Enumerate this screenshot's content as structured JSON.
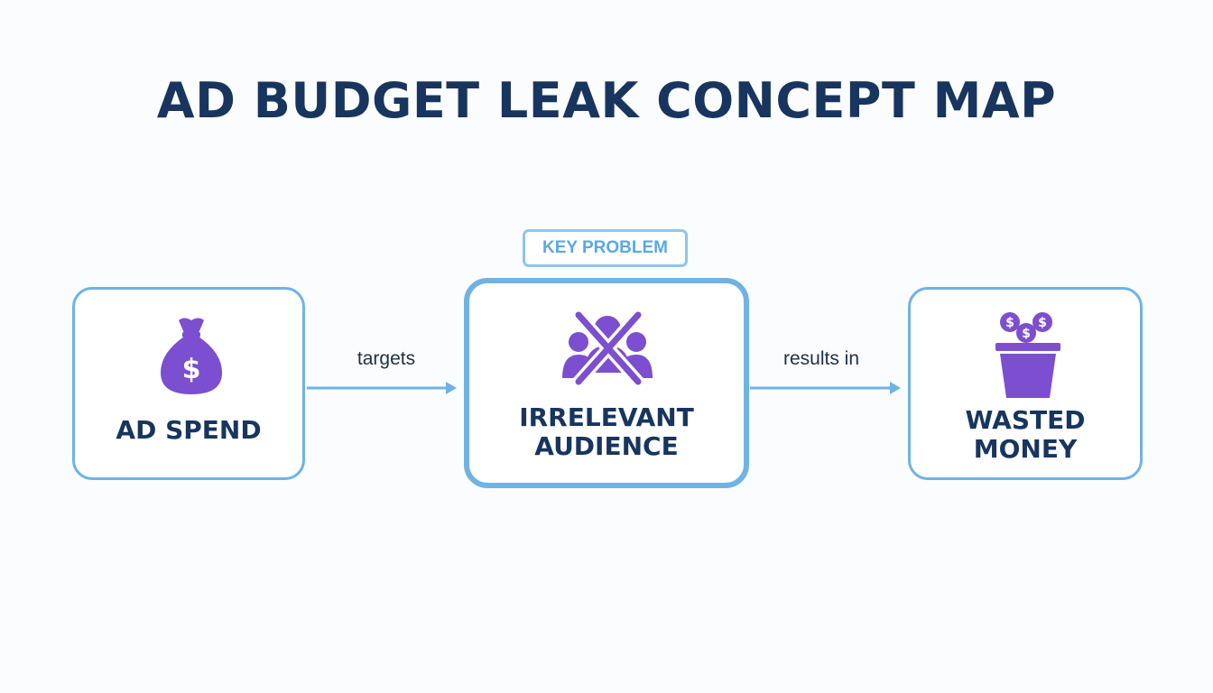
{
  "title": "AD BUDGET LEAK CONCEPT MAP",
  "badge": "KEY PROBLEM",
  "nodes": [
    {
      "label": "AD SPEND",
      "icon": "money-bag-icon"
    },
    {
      "label": "IRRELEVANT\nAUDIENCE",
      "icon": "crossed-out-audience-icon"
    },
    {
      "label": "WASTED\nMONEY",
      "icon": "bucket-of-coins-icon"
    }
  ],
  "edges": [
    {
      "from": "AD SPEND",
      "to": "IRRELEVANT AUDIENCE",
      "label": "targets"
    },
    {
      "from": "IRRELEVANT AUDIENCE",
      "to": "WASTED MONEY",
      "label": "results in"
    }
  ],
  "colors": {
    "title": "#17355e",
    "node_border": "#6fb3e6",
    "icon": "#7b4fcf",
    "arrow": "#6fb3e6",
    "badge_text": "#5aa8e3"
  }
}
